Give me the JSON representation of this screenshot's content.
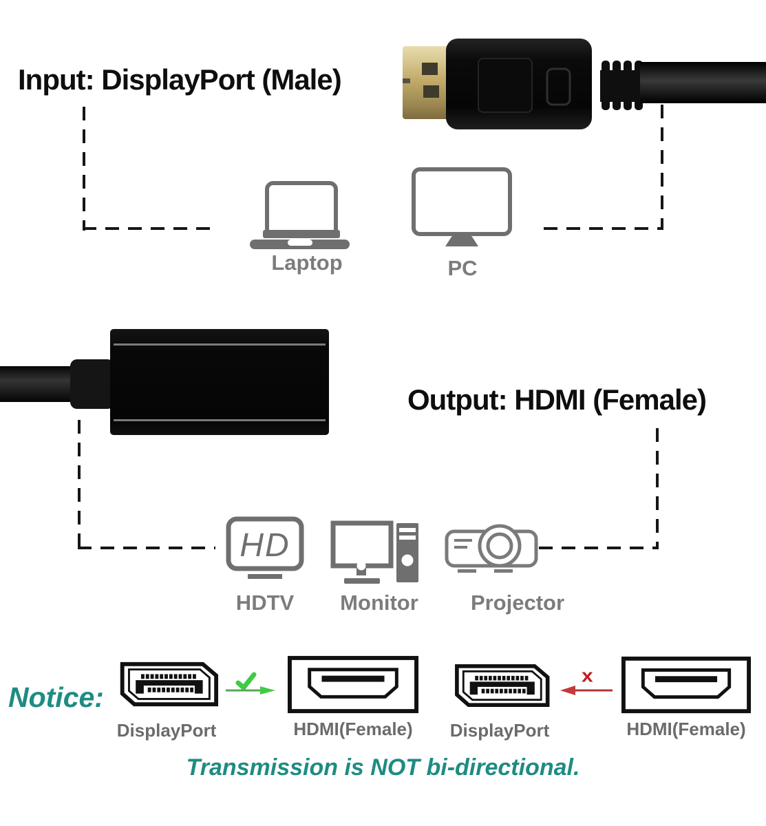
{
  "input_section": {
    "title": "Input: DisplayPort (Male)",
    "connector_photo": "displayport-male-connector-photo",
    "devices": [
      {
        "label": "Laptop",
        "icon": "laptop-icon"
      },
      {
        "label": "PC",
        "icon": "pc-monitor-icon"
      }
    ]
  },
  "output_section": {
    "title": "Output: HDMI (Female)",
    "adapter_photo": "dp-to-hdmi-female-adapter-photo",
    "devices": [
      {
        "label": "HDTV",
        "icon": "hdtv-icon",
        "icon_text": "HD"
      },
      {
        "label": "Monitor",
        "icon": "monitor-and-tower-icon"
      },
      {
        "label": "Projector",
        "icon": "projector-icon"
      }
    ]
  },
  "notice_section": {
    "label": "Notice:",
    "allowed": {
      "from": "DisplayPort",
      "to": "HDMI(Female)",
      "mark_icon": "green-check-arrow-icon"
    },
    "blocked": {
      "from": "DisplayPort",
      "to": "HDMI(Female)",
      "mark": "x",
      "mark_icon": "red-x-arrow-icon"
    },
    "footer": "Transmission is NOT bi-directional."
  },
  "colors": {
    "teal_text": "#1E8C82",
    "green_check": "#3ECB45",
    "red_x": "#C41A20",
    "icon_gray": "#6F6F6F",
    "label_gray": "#7C7C7C",
    "dash_black": "#161616",
    "connector_gold": "#C3AC6B",
    "connector_black": "#0C0C0C"
  }
}
